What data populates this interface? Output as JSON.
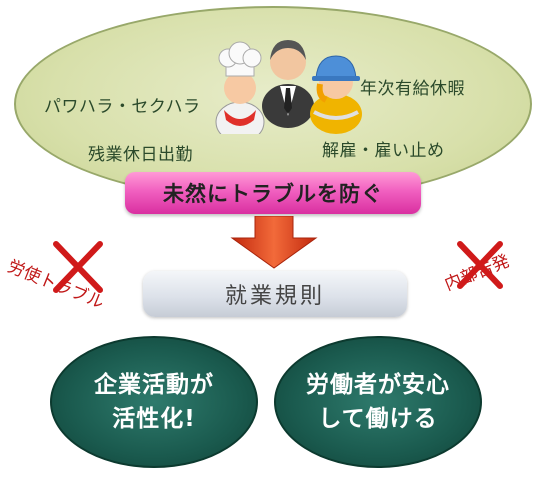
{
  "ellipse": {
    "items": {
      "harassment": "パワハラ・セクハラ",
      "paid_leave": "年次有給休暇",
      "overtime": "残業休日出勤",
      "dismissal": "解雇・雇い止め"
    }
  },
  "banner": {
    "label": "未然にトラブルを防ぐ"
  },
  "rules_bar": {
    "label": "就業規則"
  },
  "crossed_left": {
    "label": "労使トラブル"
  },
  "crossed_right": {
    "label": "内部告発"
  },
  "circles": {
    "left": {
      "line1": "企業活動が",
      "line2": "活性化!"
    },
    "right": {
      "line1": "労働者が安心",
      "line2": "して働ける"
    }
  },
  "colors": {
    "ellipse_fill": "#d8e0ab",
    "banner_fill": "#f160c0",
    "arrow": "#e8441c",
    "circle_fill": "#1a5a4e",
    "cross": "#d01a1a"
  }
}
